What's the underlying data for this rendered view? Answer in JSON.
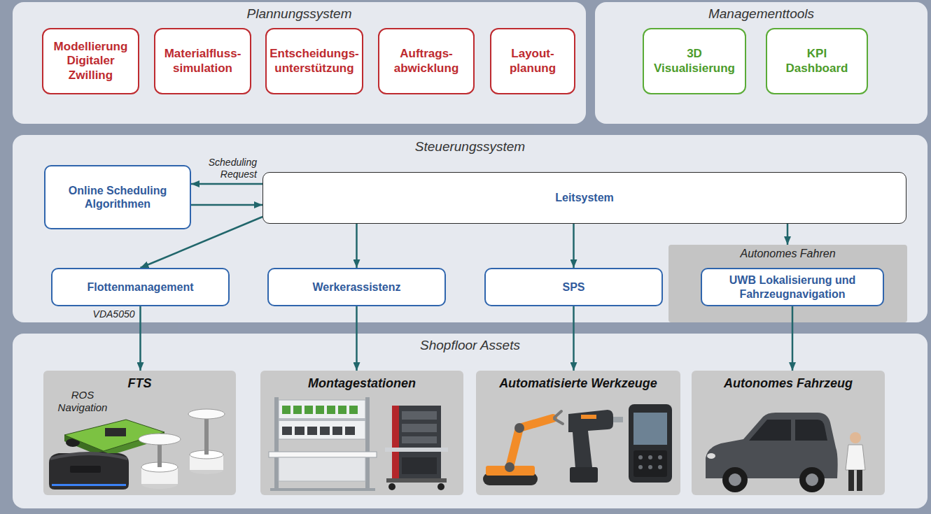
{
  "diagram": {
    "nodes": [
      {
        "text": [
          "Plannungssystem"
        ]
      },
      {
        "text": [
          "Modellierung Digitaler Zwilling"
        ],
        "in": 0
      },
      {
        "text": [
          "Materialfluss- simulation"
        ],
        "in": 0
      },
      {
        "text": [
          "Entscheidungs- unterstützung"
        ],
        "in": 0
      },
      {
        "text": [
          "Auftrags- abwicklung"
        ],
        "in": 0
      },
      {
        "text": [
          "Layout- planung"
        ],
        "in": 0
      },
      {
        "text": [
          "Managementtools"
        ]
      },
      {
        "text": [
          "3D Visualisierung"
        ],
        "in": 6
      },
      {
        "text": [
          "KPI Dashboard"
        ],
        "in": 6
      },
      {
        "text": [
          "Steuerungssystem"
        ]
      },
      {
        "text": [
          "Online Scheduling Algorithmen"
        ],
        "in": 9
      },
      {
        "text": [
          "Leitsystem"
        ],
        "in": 9
      },
      {
        "text": [
          "Flottenmanagement"
        ],
        "in": 9
      },
      {
        "text": [
          "Werkerassistenz"
        ],
        "in": 9
      },
      {
        "text": [
          "SPS"
        ],
        "in": 9
      },
      {
        "text": [
          "Autonomes Fahren"
        ],
        "in": 9
      },
      {
        "text": [
          "UWB Lokalisierung und Fahrzeugnavigation"
        ],
        "in": 15
      },
      {
        "text": [
          "Shopfloor Assets"
        ]
      },
      {
        "text": [
          "FTS"
        ],
        "in": 17
      },
      {
        "text": [
          "Montagestationen"
        ],
        "in": 17
      },
      {
        "text": [
          "Automatisierte Werkzeuge"
        ],
        "in": 17
      },
      {
        "text": [
          "Autonomes Fahrzeug"
        ],
        "in": 17
      }
    ],
    "edges": [
      {
        "from": 11,
        "to": 10,
        "label": "Scheduling Request",
        "arrow": "to"
      },
      {
        "from": 10,
        "to": 11,
        "arrow": "to"
      },
      {
        "from": 11,
        "to": 12,
        "arrow": "to"
      },
      {
        "from": 11,
        "to": 13,
        "arrow": "to"
      },
      {
        "from": 11,
        "to": 14,
        "arrow": "to"
      },
      {
        "from": 11,
        "to": 15,
        "arrow": "to"
      },
      {
        "from": 12,
        "to": 18,
        "label": "VDA5050",
        "arrow": "to"
      },
      {
        "from": 13,
        "to": 19,
        "arrow": "to"
      },
      {
        "from": 14,
        "to": 20,
        "arrow": "to"
      },
      {
        "from": 16,
        "to": 21,
        "arrow": "to"
      }
    ],
    "labels": [
      "ROS Navigation"
    ]
  }
}
